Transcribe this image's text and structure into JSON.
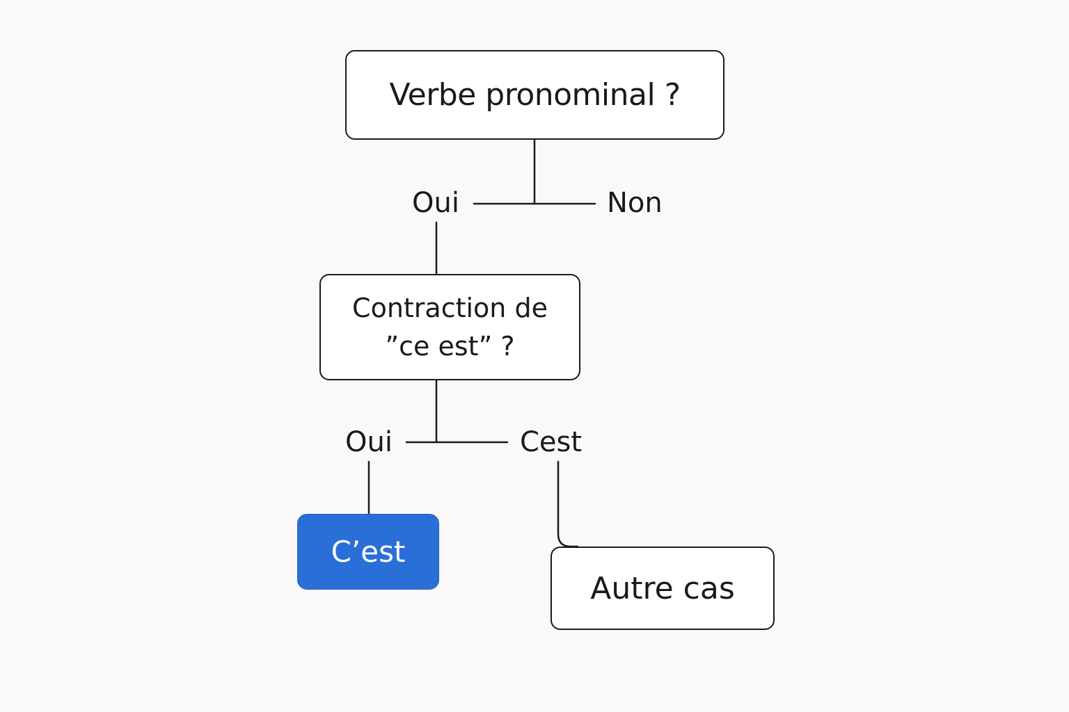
{
  "flowchart": {
    "question_1": "Verbe pronominal ?",
    "branch_1_yes": "Oui",
    "branch_1_no": "Non",
    "question_2_line_1": "Contraction de",
    "question_2_line_2": "”ce est” ?",
    "branch_2_yes": "Oui",
    "branch_2_other": "Cest",
    "result_yes": "C’est",
    "result_other": "Autre cas"
  },
  "colors": {
    "highlight_node": "#2a6ed8",
    "stroke": "#1a1a1a",
    "background": "#faf9f7"
  }
}
